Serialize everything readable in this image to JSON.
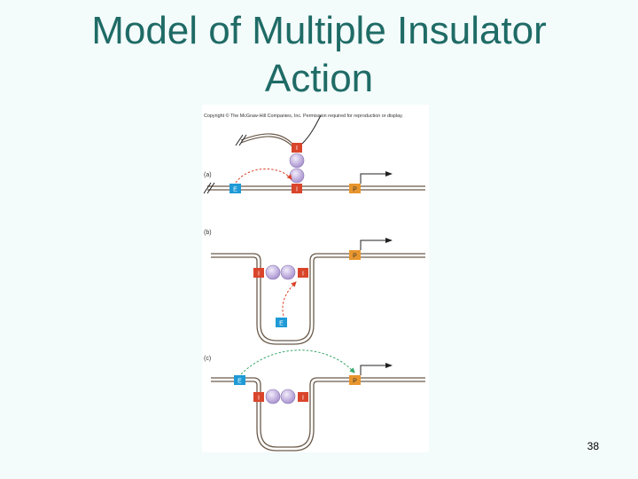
{
  "slide": {
    "title_line1": "Model of Multiple Insulator",
    "title_line2": "Action",
    "page_number": "38"
  },
  "figure": {
    "copyright": "Copyright © The McGraw-Hill Companies, Inc. Permission required for reproduction or display.",
    "panel_labels": {
      "a": "(a)",
      "b": "(b)",
      "c": "(c)"
    },
    "element_labels": {
      "insulator": "I",
      "enhancer": "E",
      "promoter": "P"
    },
    "colors": {
      "insulator": "#d9452b",
      "enhancer": "#1e9ad6",
      "promoter": "#e8962e",
      "protein": "#c9b6e8",
      "dna": "#6b5a4a",
      "arrow_red": "#d9452b",
      "arrow_green": "#3aa86b"
    }
  }
}
